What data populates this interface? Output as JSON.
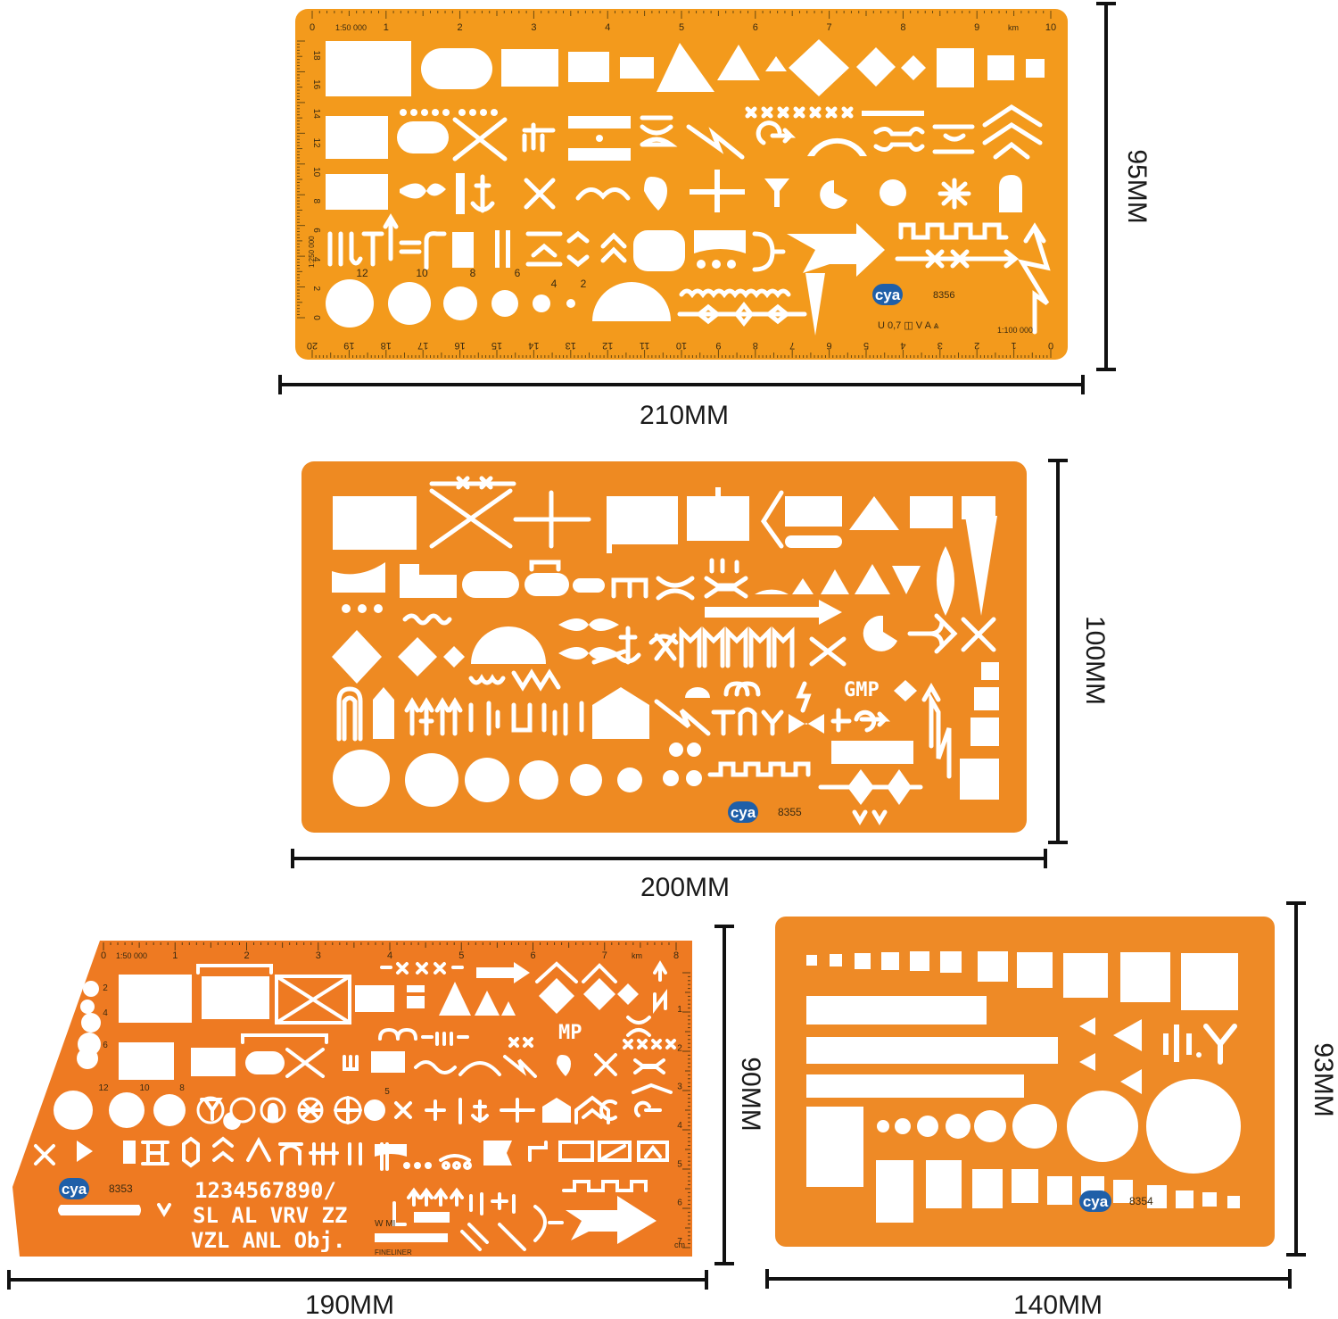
{
  "colors": {
    "stencil_top": "#F39A1C",
    "stencil_mid": "#EE8A22",
    "stencil_bottom_left": "#EE7A22",
    "stencil_bottom_right": "#EE8A26",
    "cutout": "#ffffff",
    "dimension_line": "#111111",
    "brand_badge": "#1f5fa8"
  },
  "stencils": [
    {
      "model": "8356",
      "brand": "cya",
      "width_label": "210MM",
      "height_label": "95MM",
      "scale_top": "1:50 000",
      "scale_bottom": "1:100 000",
      "scale_side": "1:250 000",
      "unit": "km",
      "top_ticks": [
        "0",
        "1",
        "2",
        "3",
        "4",
        "5",
        "6",
        "7",
        "8",
        "9",
        "10"
      ],
      "bottom_ticks": [
        "20",
        "19",
        "18",
        "17",
        "16",
        "15",
        "14",
        "13",
        "12",
        "11",
        "10",
        "9",
        "8",
        "7",
        "6",
        "5",
        "4",
        "3",
        "2",
        "1",
        "0"
      ],
      "side_ticks": [
        "18",
        "16",
        "14",
        "12",
        "10",
        "8",
        "6",
        "4",
        "2",
        "0"
      ],
      "circle_sizes": [
        "12",
        "10",
        "8",
        "6",
        "4",
        "2"
      ],
      "pen_sizes": "U 0,7 ◫ V A ⩓"
    },
    {
      "model": "8355",
      "brand": "cya",
      "width_label": "200MM",
      "height_label": "100MM",
      "gmp_text": "GMP"
    },
    {
      "model": "8353",
      "brand": "cya",
      "width_label": "190MM",
      "height_label": "90MM",
      "scale_top": "1:50 000",
      "unit_top": "km",
      "unit_side": "cm",
      "top_ticks": [
        "0",
        "1",
        "2",
        "3",
        "4",
        "5",
        "6",
        "7",
        "8"
      ],
      "side_ticks": [
        "1",
        "2",
        "3",
        "4",
        "5",
        "6",
        "7"
      ],
      "circle_sizes": [
        "2",
        "4",
        "6",
        "12",
        "10",
        "8",
        "5"
      ],
      "digits": "1234567890/",
      "letters_row1": "SL AL VRV ZZ",
      "letters_row2": "VZL ANL Obj.",
      "mp_text": "MP",
      "n_text": "N",
      "w_mi": "W MI",
      "fineliner": "FINELINER"
    },
    {
      "model": "8354",
      "brand": "cya",
      "width_label": "140MM",
      "height_label": "93MM"
    }
  ]
}
